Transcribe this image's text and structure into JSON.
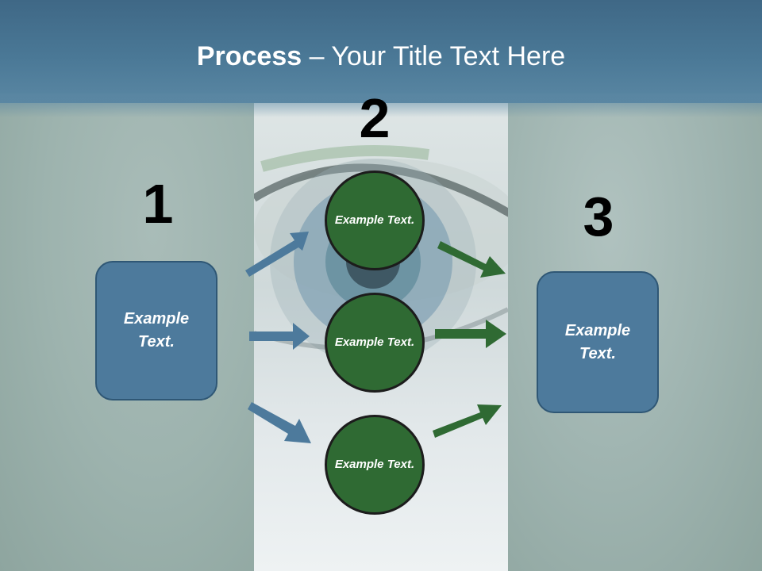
{
  "title": {
    "bold": "Process",
    "rest": " – Your Title Text Here"
  },
  "steps": {
    "one": {
      "number": "1",
      "text": "Example Text."
    },
    "two": {
      "number": "2"
    },
    "three": {
      "number": "3",
      "text": "Example Text."
    }
  },
  "circles": [
    {
      "text": "Example Text."
    },
    {
      "text": "Example Text."
    },
    {
      "text": "Example Text."
    }
  ],
  "colors": {
    "banner": "#4a7896",
    "box": "#4d7a9c",
    "circle": "#2f6a33",
    "arrow_blue": "#4d7a9c",
    "arrow_green": "#2f6a33"
  }
}
